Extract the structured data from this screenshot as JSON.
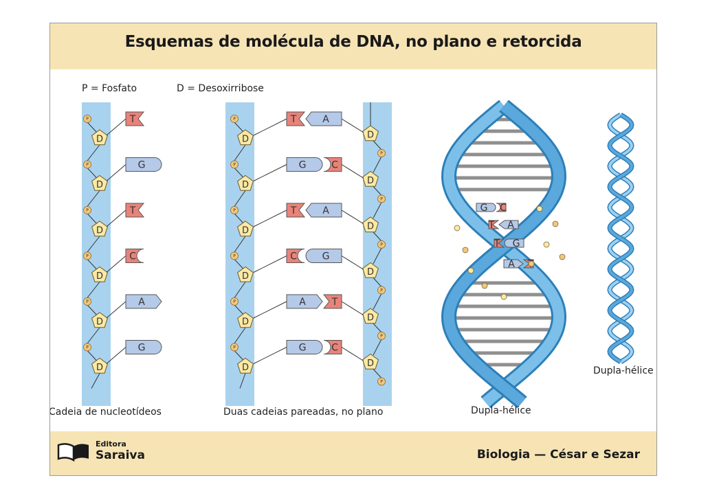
{
  "title": "Esquemas de molécula de DNA, no plano e retorcida",
  "legend": {
    "phosphate": "P = Fosfato",
    "deoxyribose": "D = Desoxirribose"
  },
  "symbols": {
    "phosphate": "P",
    "sugar": "D"
  },
  "single_chain": {
    "caption": "Cadeia de nucleotídeos",
    "bases": [
      "T",
      "G",
      "T",
      "C",
      "A",
      "G"
    ]
  },
  "paired_chains": {
    "caption": "Duas cadeias pareadas, no plano",
    "pairs": [
      [
        "T",
        "A"
      ],
      [
        "G",
        "C"
      ],
      [
        "T",
        "A"
      ],
      [
        "C",
        "G"
      ],
      [
        "A",
        "T"
      ],
      [
        "G",
        "C"
      ]
    ]
  },
  "helix": {
    "caption": "Dupla-hélice",
    "inset_pairs": [
      [
        "G",
        "C"
      ],
      [
        "T",
        "A"
      ],
      [
        "T",
        "G"
      ],
      [
        "A",
        "T"
      ]
    ]
  },
  "thin_helix": {
    "caption": "Dupla-hélice"
  },
  "footer": {
    "publisher_small": "Editora",
    "publisher": "Saraiva",
    "credit": "Biologia — César e Sezar"
  },
  "colors": {
    "header_bg": "#f7e4b5",
    "backbone_blue": "#a9d2ee",
    "sugar_yellow": "#fbe9a4",
    "purine_red": "#e8837a",
    "pyrimidine_blue": "#b5c9e8",
    "helix_blue": "#5aa8dc",
    "helix_dark": "#2c7fb8"
  }
}
